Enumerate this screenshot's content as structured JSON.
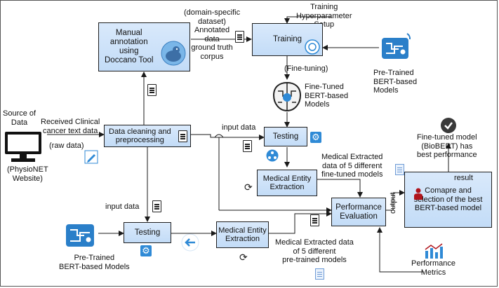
{
  "source": {
    "title": "Source of\nData",
    "caption": "(PhysioNET\nWebsite)",
    "received": "Received Clinical\ncancer text data",
    "raw": "(raw data)"
  },
  "boxes": {
    "manual": "Manual\nannotation\nusing\nDoccano Tool",
    "training": "Training",
    "cleaning": "Data cleaning and\npreprocessing",
    "testing_top": "Testing",
    "entity_top": "Medical Entity\nExtraction",
    "testing_bottom": "Testing",
    "entity_bottom": "Medical Entity\nExtraction",
    "performance": "Performance\nEvaluation",
    "compare": "Comapre and\nselection of the best\nBERT-based model"
  },
  "labels": {
    "domain_dataset": "(domain-specific\ndataset)\nAnnotated\ndata\nground truth\ncorpus",
    "hyperparameter": "Training\nHyperparameter\nSetup",
    "fine_tuning": "(Fine-tuning)",
    "pretrained_top": "Pre-Trained\nBERT-based\nModels",
    "fine_tuned_models": "Fine-Tuned\nBERT-based\nModels",
    "input_data_top": "input data",
    "input_data_bottom": "input data",
    "extracted_fine": "Medical Extracted\ndata of 5 different\nfine-tuned  models",
    "extracted_pre": "Medical Extracted data\nof 5 different\npre-trained models",
    "pretrained_bottom": "Pre-Trained\nBERT-based Models",
    "best_model": "Fine-tuned model\n(BioBERT) has\nbest performance",
    "result": "result",
    "output": "output",
    "metrics": "Performance\nMetrics"
  },
  "colors": {
    "box_fill": "#cfe2f8",
    "icon_blue": "#2f8ad6",
    "circuit_blue": "#2a7fc9",
    "person_red": "#b0141c"
  }
}
